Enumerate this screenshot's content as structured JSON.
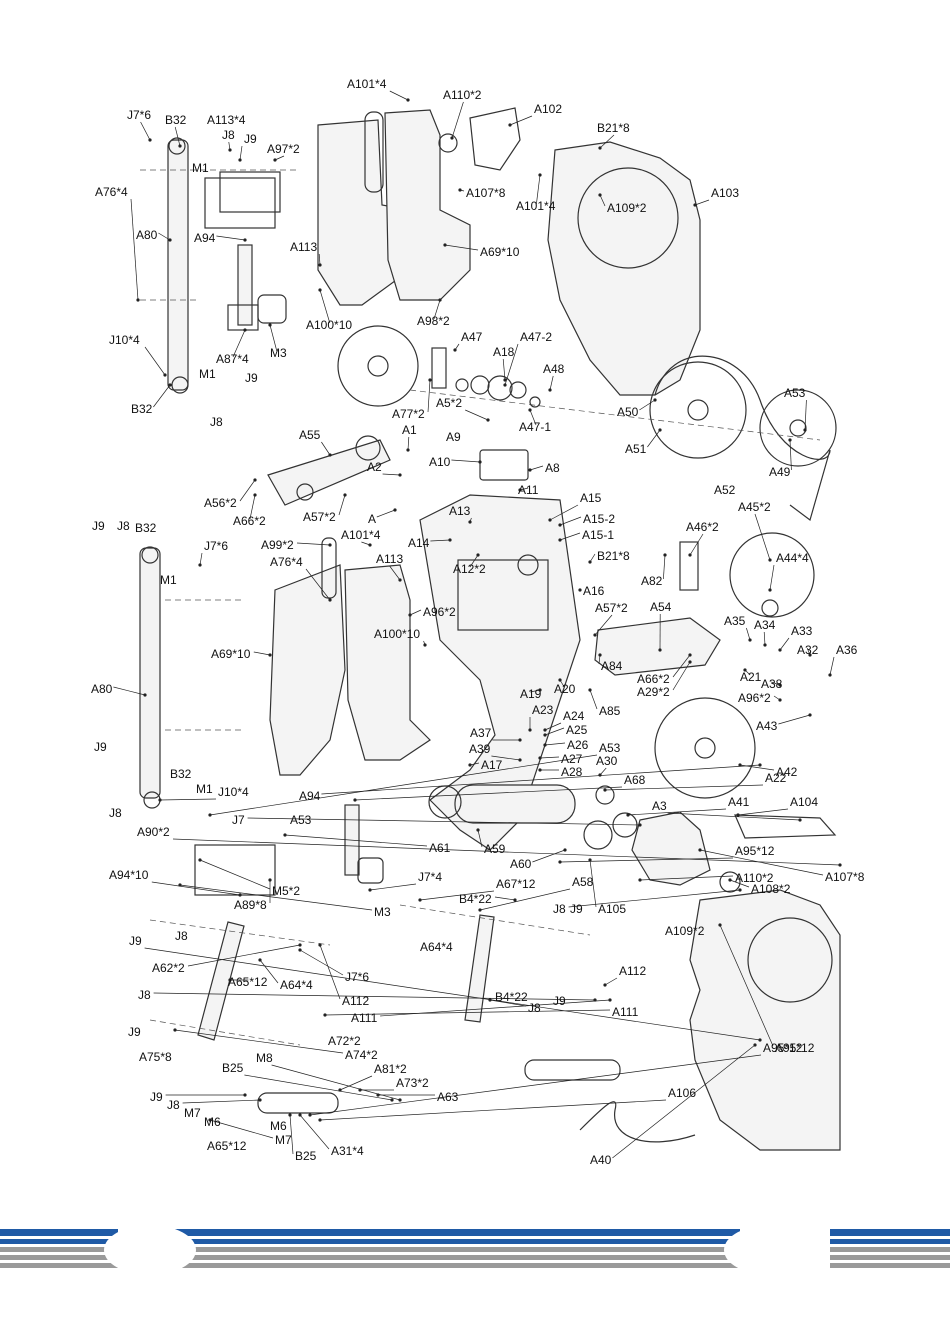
{
  "diagram": {
    "labels": [
      "A101*4",
      "A110*2",
      "A102",
      "J7*6",
      "B32",
      "A113*4",
      "J8",
      "J9",
      "B21*8",
      "A97*2",
      "M1",
      "A103",
      "A107*8",
      "A101*4",
      "A109*2",
      "A76*4",
      "A94",
      "A80",
      "A113",
      "A69*10",
      "A100*10",
      "A98*2",
      "M3",
      "A87*4",
      "J10*4",
      "A47",
      "A47-2",
      "A18",
      "M1",
      "J9",
      "B32",
      "J8",
      "A48",
      "A77*2",
      "A5*2",
      "A47-1",
      "A50",
      "A53",
      "A51",
      "A49",
      "A55",
      "A1",
      "A9",
      "A2",
      "A10",
      "A8",
      "A56*2",
      "A66*2",
      "A57*2",
      "A",
      "A11",
      "A13",
      "A15",
      "A15-2",
      "A14",
      "A15-1",
      "J9",
      "J8",
      "B32",
      "J7*6",
      "A99*2",
      "A101*4",
      "A113",
      "A12*2",
      "B21*8",
      "M1",
      "A76*4",
      "A16",
      "A52",
      "A45*2",
      "A46*2",
      "A82",
      "A44*4",
      "A96*2",
      "A100*10",
      "A57*2",
      "A54",
      "A35",
      "A34",
      "A33",
      "A69*10",
      "A80",
      "A84",
      "A32",
      "A36",
      "A19",
      "A20",
      "A85",
      "A21",
      "A66*2",
      "A29*2",
      "A38",
      "A23",
      "A24",
      "A25",
      "A37",
      "A26",
      "A39",
      "A27",
      "A28",
      "A17",
      "A96*2",
      "A43",
      "J9",
      "J8",
      "B32",
      "M1",
      "J10*4",
      "A53",
      "A30",
      "A22",
      "A42",
      "A94",
      "A68",
      "A41",
      "A104",
      "A3",
      "J7",
      "A53",
      "A61",
      "A59",
      "A60",
      "A95*12",
      "A107*8",
      "A90*2",
      "M5*2",
      "A89*8",
      "A94*10",
      "M3",
      "J7*4",
      "A67*12",
      "B4*22",
      "A58",
      "A105",
      "A110*2",
      "A108*2",
      "J8",
      "J9",
      "A109*2",
      "A95*12",
      "J9",
      "J8",
      "A64*4",
      "A62*2",
      "A65*12",
      "A64*4",
      "J7*6",
      "A112",
      "A112",
      "A111",
      "A111",
      "J8",
      "J9",
      "B4*22",
      "J8",
      "J9",
      "A75*8",
      "A72*2",
      "A74*2",
      "A81*2",
      "A73*2",
      "A63",
      "B25",
      "M8",
      "J9",
      "J8",
      "M7",
      "M6",
      "A65*12",
      "M6",
      "M7",
      "B25",
      "A31*4",
      "A95*12",
      "A106",
      "A40"
    ]
  },
  "footer": {
    "stripe_colors": [
      "#1f5aa6",
      "#9a9a9a"
    ]
  }
}
